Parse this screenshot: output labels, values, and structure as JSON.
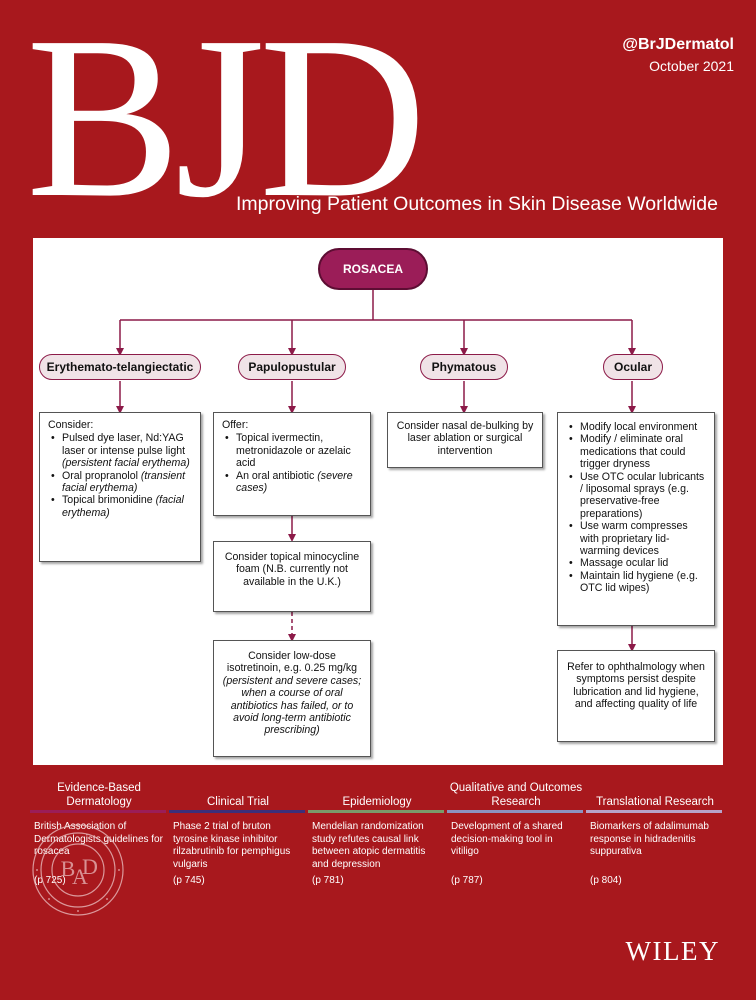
{
  "masthead": {
    "logo": "BJD",
    "handle": "@BrJDermatol",
    "date": "October 2021",
    "tagline": "Improving Patient Outcomes in Skin Disease Worldwide"
  },
  "flowchart": {
    "root": "ROSACEA",
    "branches": [
      {
        "label": "Erythemato-telangiectatic",
        "box_intro": "Consider:",
        "items": [
          {
            "text": "Pulsed dye laser, Nd:YAG laser or intense pulse light ",
            "note": "(persistent facial erythema)"
          },
          {
            "text": "Oral propranolol ",
            "note": "(transient facial erythema)"
          },
          {
            "text": "Topical brimonidine ",
            "note": "(facial erythema)"
          }
        ]
      },
      {
        "label": "Papulopustular",
        "box_intro": "Offer:",
        "items": [
          {
            "text": "Topical ivermectin, metronidazole or azelaic acid",
            "note": ""
          },
          {
            "text": "An oral antibiotic ",
            "note": "(severe cases)"
          }
        ],
        "step2": "Consider topical minocycline foam (N.B. currently not available in the U.K.)",
        "step3_main": "Consider low-dose isotretinoin, e.g. 0.25 mg/kg",
        "step3_note": "(persistent and severe cases; when a course of oral antibiotics has failed, or to avoid long-term antibiotic prescribing)"
      },
      {
        "label": "Phymatous",
        "box": "Consider nasal de-bulking by laser ablation or surgical intervention"
      },
      {
        "label": "Ocular",
        "items": [
          "Modify local environment",
          "Modify / eliminate oral medications that could trigger dryness",
          "Use OTC ocular lubricants / liposomal sprays (e.g. preservative-free preparations)",
          "Use warm compresses with proprietary lid-warming devices",
          "Massage ocular lid",
          "Maintain lid hygiene (e.g. OTC lid wipes)"
        ],
        "step2": "Refer to ophthalmology when symptoms persist despite lubrication and lid hygiene, and affecting quality of life"
      }
    ]
  },
  "categories": [
    {
      "title": "Evidence-Based Dermatology",
      "color": "#9b1d58",
      "desc": "British Association of Dermatologists guidelines for rosacea",
      "page": "(p 725)"
    },
    {
      "title": "Clinical Trial",
      "color": "#3b2f7a",
      "desc": "Phase 2 trial of bruton tyrosine kinase inhibitor rilzabrutinib for pemphigus vulgaris",
      "page": "(p 745)"
    },
    {
      "title": "Epidemiology",
      "color": "#7a9a6a",
      "desc": "Mendelian randomization study refutes causal link between atopic dermatitis and depression",
      "page": "(p 781)"
    },
    {
      "title": "Qualitative and Outcomes Research",
      "color": "#8c92c0",
      "desc": "Development of a shared decision-making tool in vitiligo",
      "page": "(p 787)"
    },
    {
      "title": "Translational Research",
      "color": "#b7a3c9",
      "desc": "Biomarkers of adalimumab response in hidradenitis suppurativa",
      "page": "(p 804)"
    }
  ],
  "footer": {
    "publisher": "WILEY"
  }
}
